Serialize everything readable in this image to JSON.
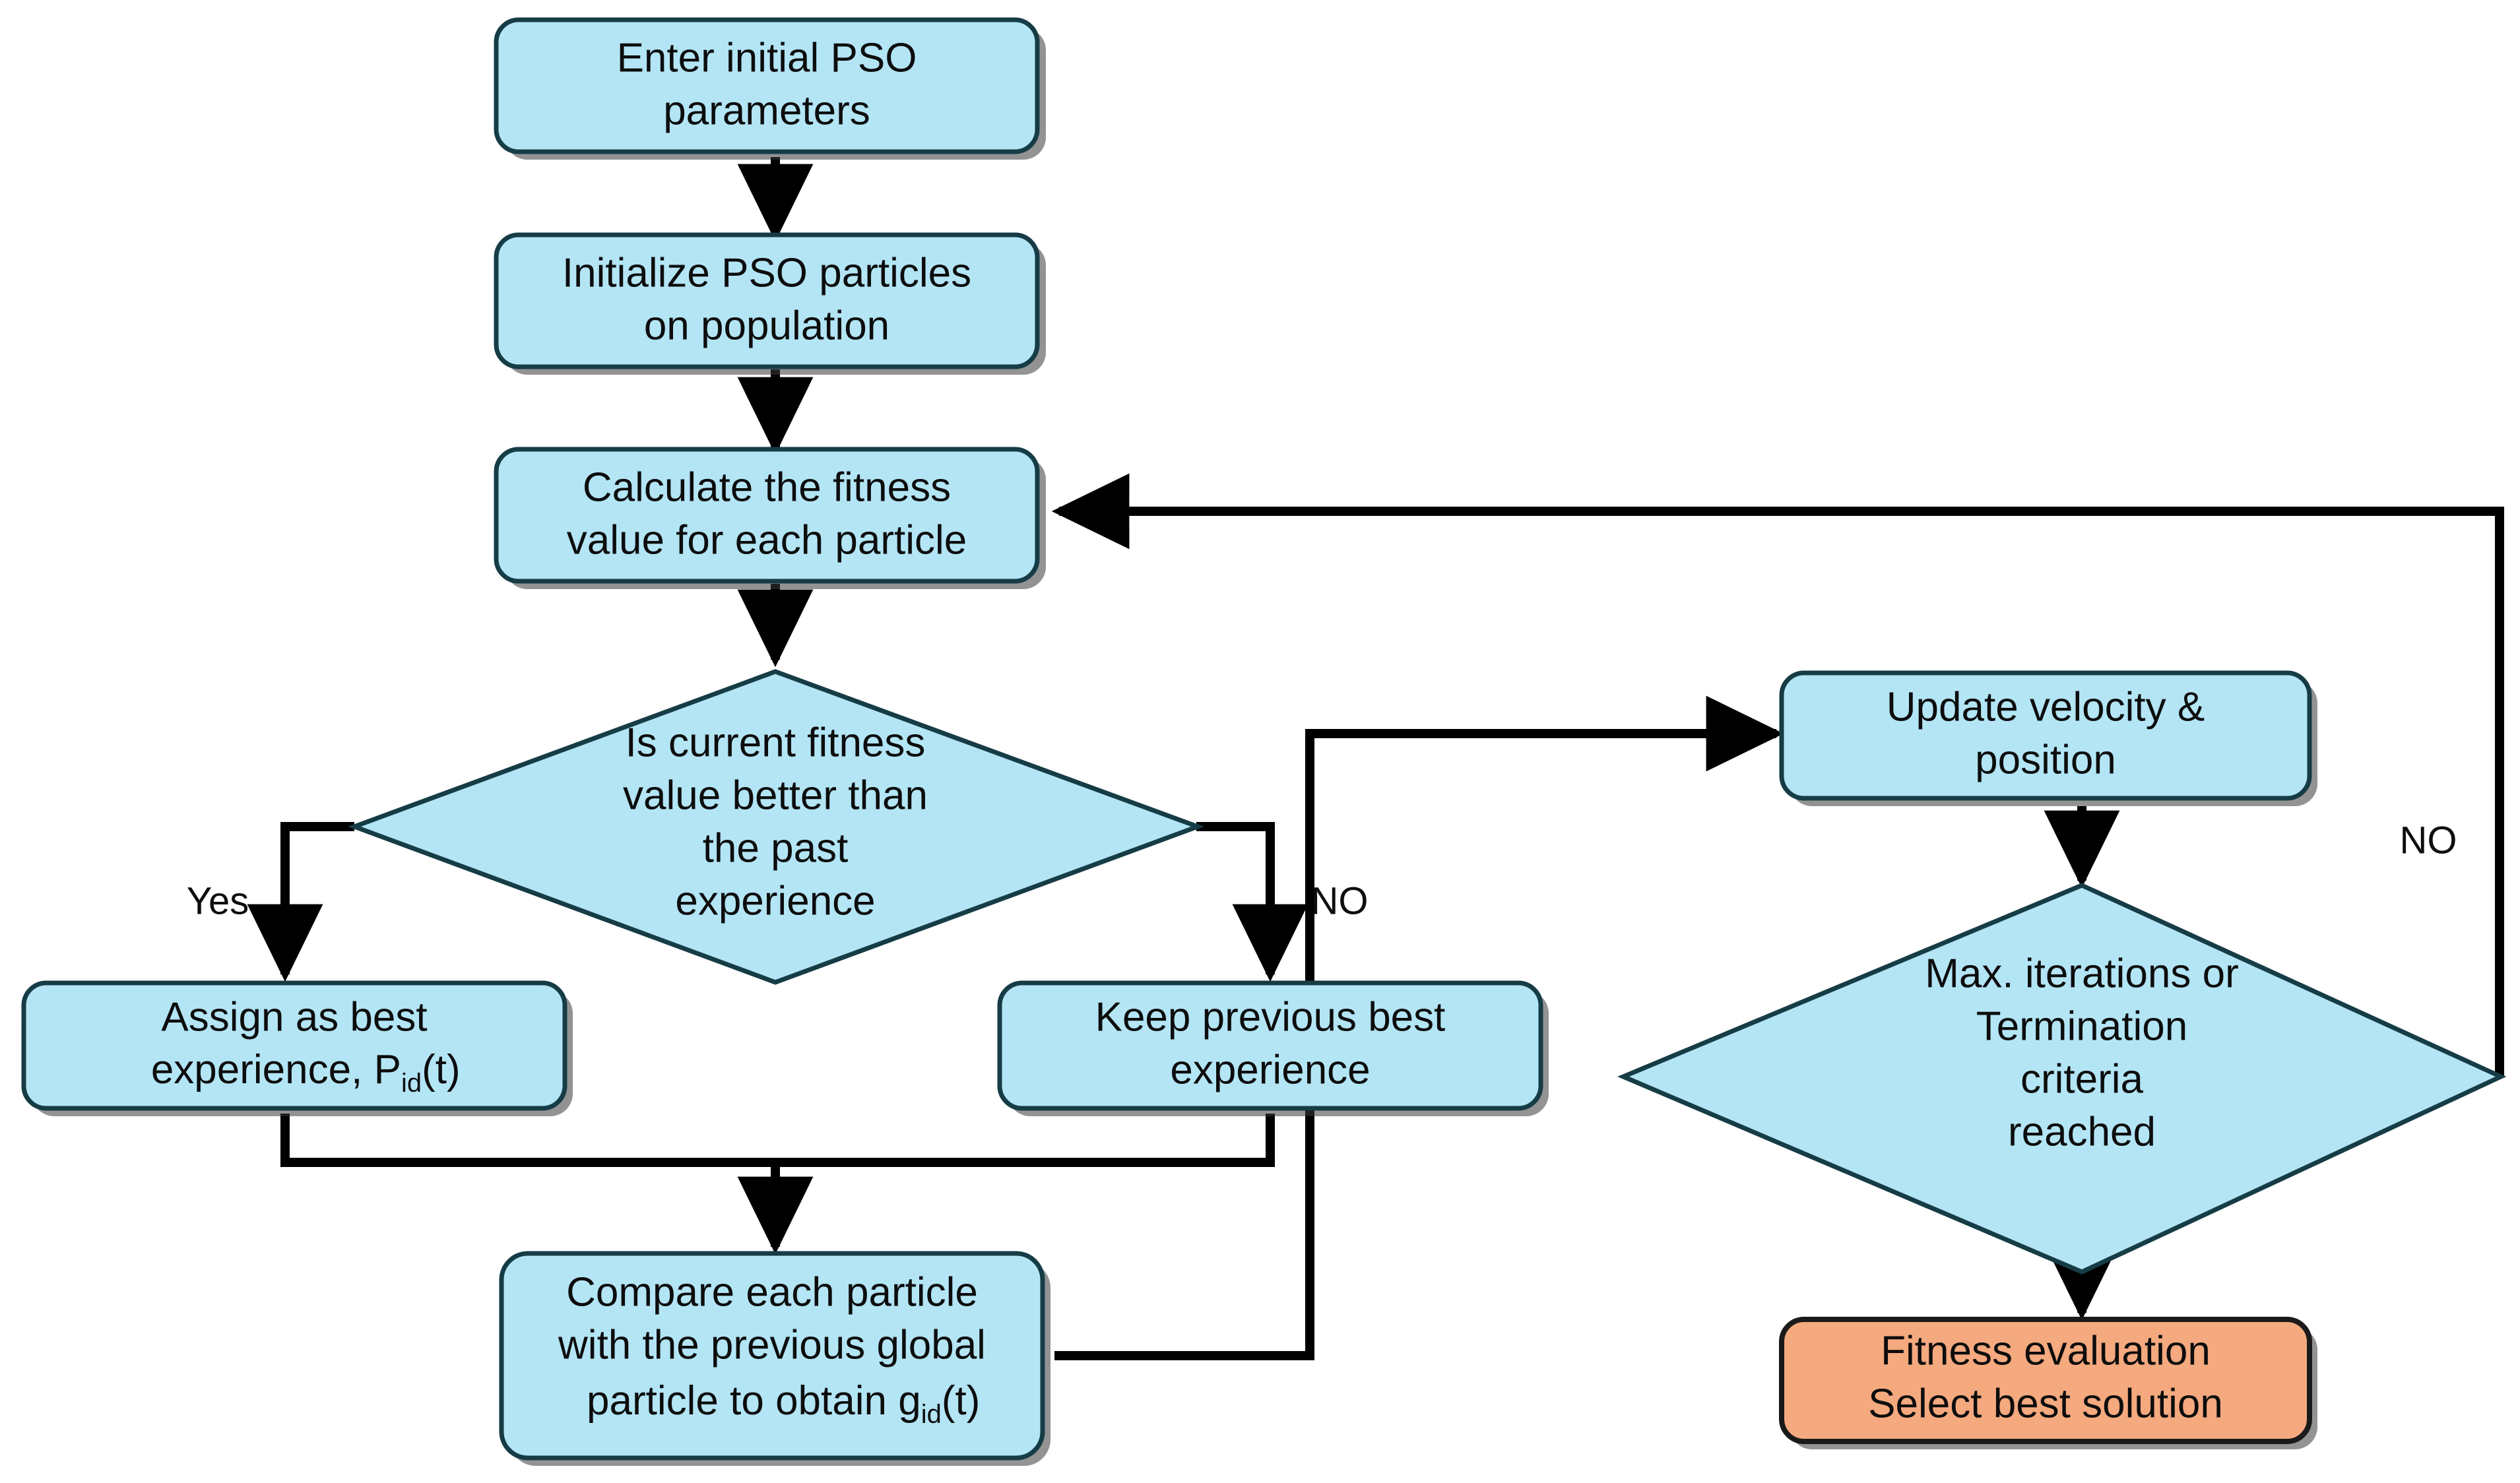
{
  "diagram": {
    "title": "Particle Swarm Optimization (PSO) flowchart",
    "colors": {
      "process_fill": "#b3e5f5",
      "process_stroke": "#163c46",
      "terminal_fill": "#f5a97f",
      "terminal_stroke": "#1a1a1a",
      "connector": "#000000",
      "text": "#0d0d0d",
      "background": "#ffffff"
    }
  },
  "nodes": {
    "enter_params": {
      "shape": "rounded-rect",
      "lines": [
        "Enter initial PSO",
        "parameters"
      ]
    },
    "initialize_particles": {
      "shape": "rounded-rect",
      "lines": [
        "Initialize PSO particles",
        "on population"
      ]
    },
    "calculate_fitness": {
      "shape": "rounded-rect",
      "lines": [
        "Calculate the fitness",
        "value for each particle"
      ]
    },
    "fitness_decision": {
      "shape": "diamond",
      "lines": [
        "Is current fitness",
        "value better than",
        "the past",
        "experience"
      ]
    },
    "assign_best": {
      "shape": "rounded-rect",
      "lines": [
        "Assign as best",
        "experience, P"
      ],
      "line2_prefix": "experience, P",
      "line2_sub": "id",
      "line2_suffix": "(t)"
    },
    "keep_previous": {
      "shape": "rounded-rect",
      "lines": [
        "Keep previous best",
        "experience"
      ]
    },
    "compare_global": {
      "shape": "rounded-rect",
      "lines": [
        "Compare each particle",
        "with the previous global",
        "particle to obtain g"
      ],
      "line3_prefix": "particle to obtain g",
      "line3_sub": "id",
      "line3_suffix": "(t)"
    },
    "update_velocity": {
      "shape": "rounded-rect",
      "lines": [
        "Update velocity &",
        "position"
      ]
    },
    "termination_decision": {
      "shape": "diamond",
      "lines": [
        "Max. iterations or",
        "Termination",
        "criteria",
        "reached"
      ]
    },
    "fitness_evaluation": {
      "shape": "rounded-rect-terminal",
      "lines": [
        "Fitness evaluation",
        "Select best solution"
      ]
    }
  },
  "edge_labels": {
    "yes_branch": "Yes",
    "no_branch": "NO",
    "no_loopback": "NO"
  },
  "flow_sequence": [
    "enter_params",
    "initialize_particles",
    "calculate_fitness",
    "fitness_decision",
    "assign_best",
    "keep_previous",
    "compare_global",
    "update_velocity",
    "termination_decision",
    "fitness_evaluation"
  ]
}
